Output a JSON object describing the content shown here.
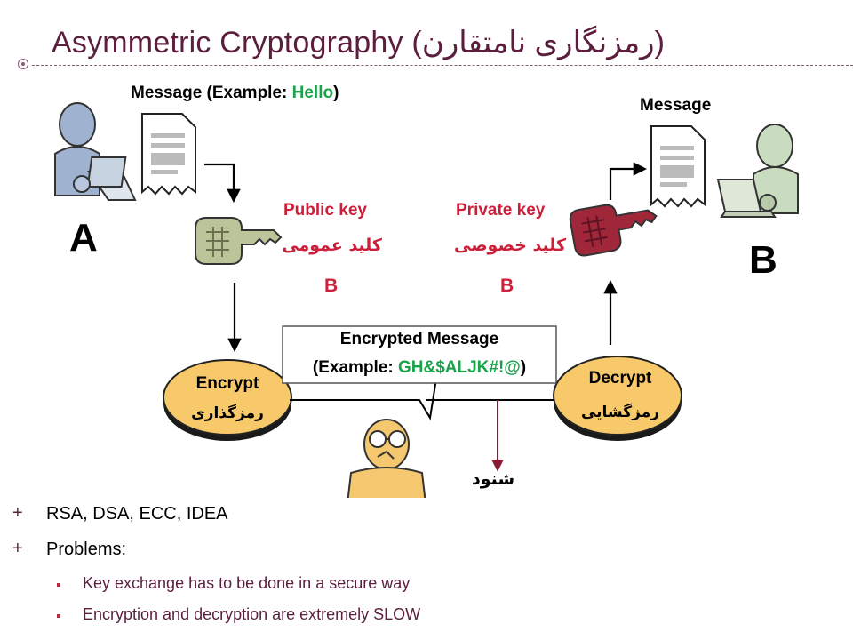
{
  "title": "Asymmetric Cryptography (رمزنگاری نامتقارن)",
  "sender": {
    "label": "A",
    "message_prefix": "Message (Example: ",
    "message_example": "Hello",
    "message_suffix": ")"
  },
  "receiver": {
    "label": "B",
    "message": "Message"
  },
  "public_key": {
    "label": "Public key",
    "label_fa": "کلید عمومی",
    "owner": "B"
  },
  "private_key": {
    "label": "Private key",
    "label_fa": "کلید خصوصی",
    "owner": "B"
  },
  "encrypt": {
    "label": "Encrypt",
    "label_fa": "رمزگذاری"
  },
  "decrypt": {
    "label": "Decrypt",
    "label_fa": "رمزگشایی"
  },
  "encrypted_message": {
    "line1": "Encrypted Message",
    "prefix": "(Example: ",
    "example": "GH&$ALJK#!@",
    "suffix": ")"
  },
  "eavesdropper": {
    "label": "شنود"
  },
  "bullets": [
    {
      "text": "RSA, DSA, ECC, IDEA",
      "subitems": []
    },
    {
      "text": "Problems:",
      "subitems": [
        "Key exchange has to be done in a secure way",
        "Encryption and decryption are extremely SLOW"
      ]
    }
  ],
  "colors": {
    "title": "#5b1f3d",
    "accent_red": "#cc1f3a",
    "accent_green": "#1aa34a",
    "public_key": "#bcc49a",
    "private_key": "#a0263a",
    "pill": "#f7c96a",
    "person_a": "#9fb3d1",
    "person_b": "#c9dcc0",
    "eavesdropper": "#f5c870"
  },
  "icons": [
    "person-laptop-icon",
    "document-icon",
    "key-icon",
    "eavesdropper-icon"
  ]
}
